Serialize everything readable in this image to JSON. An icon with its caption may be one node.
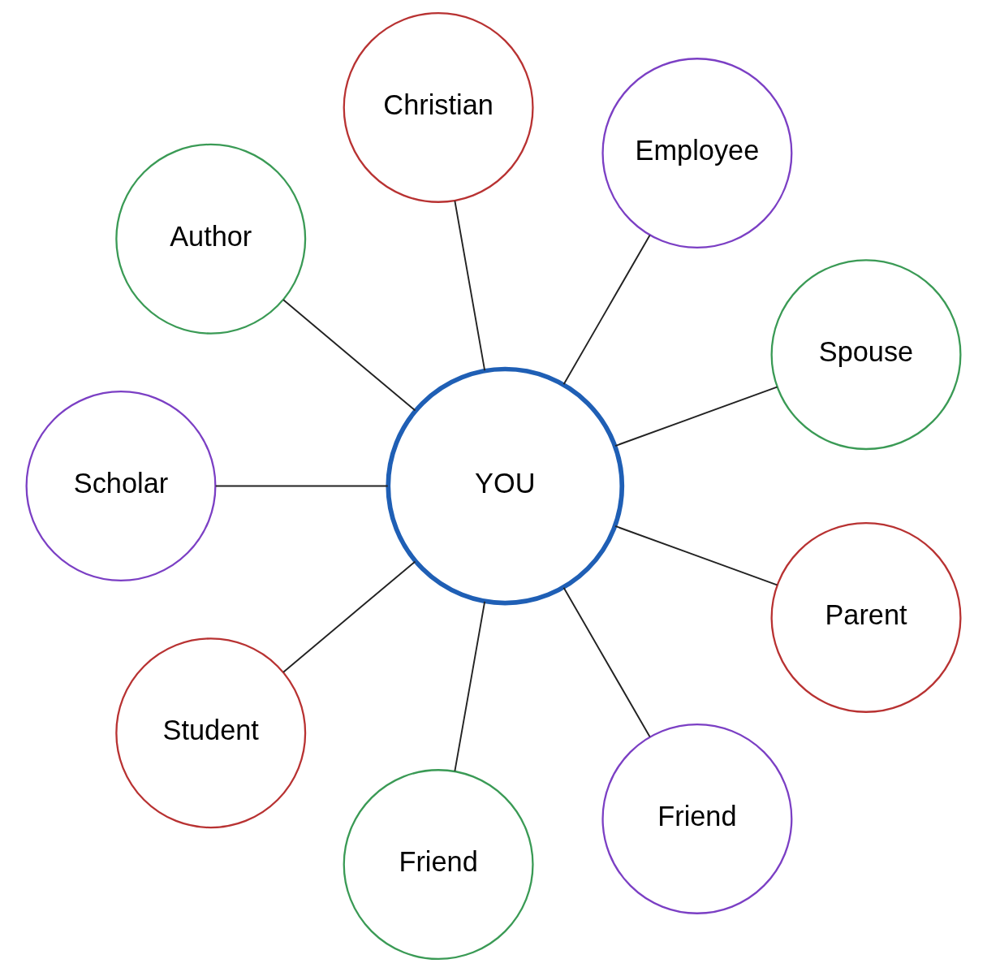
{
  "diagram": {
    "nodes": [
      {
        "text": [
          "YOU"
        ]
      },
      {
        "text": [
          "Spouse"
        ]
      },
      {
        "text": [
          "Employee"
        ]
      },
      {
        "text": [
          "Christian"
        ]
      },
      {
        "text": [
          "Author"
        ]
      },
      {
        "text": [
          "Scholar"
        ]
      },
      {
        "text": [
          "Student"
        ]
      },
      {
        "text": [
          "Friend"
        ]
      },
      {
        "text": [
          "Friend"
        ]
      },
      {
        "text": [
          "Parent"
        ]
      }
    ],
    "edges": [
      {
        "from": 0,
        "to": 1,
        "arrow": "none"
      },
      {
        "from": 0,
        "to": 2,
        "arrow": "none"
      },
      {
        "from": 0,
        "to": 3,
        "arrow": "none"
      },
      {
        "from": 0,
        "to": 4,
        "arrow": "none"
      },
      {
        "from": 0,
        "to": 5,
        "arrow": "none"
      },
      {
        "from": 0,
        "to": 6,
        "arrow": "none"
      },
      {
        "from": 0,
        "to": 7,
        "arrow": "none"
      },
      {
        "from": 0,
        "to": 8,
        "arrow": "none"
      },
      {
        "from": 0,
        "to": 9,
        "arrow": "none"
      }
    ]
  }
}
